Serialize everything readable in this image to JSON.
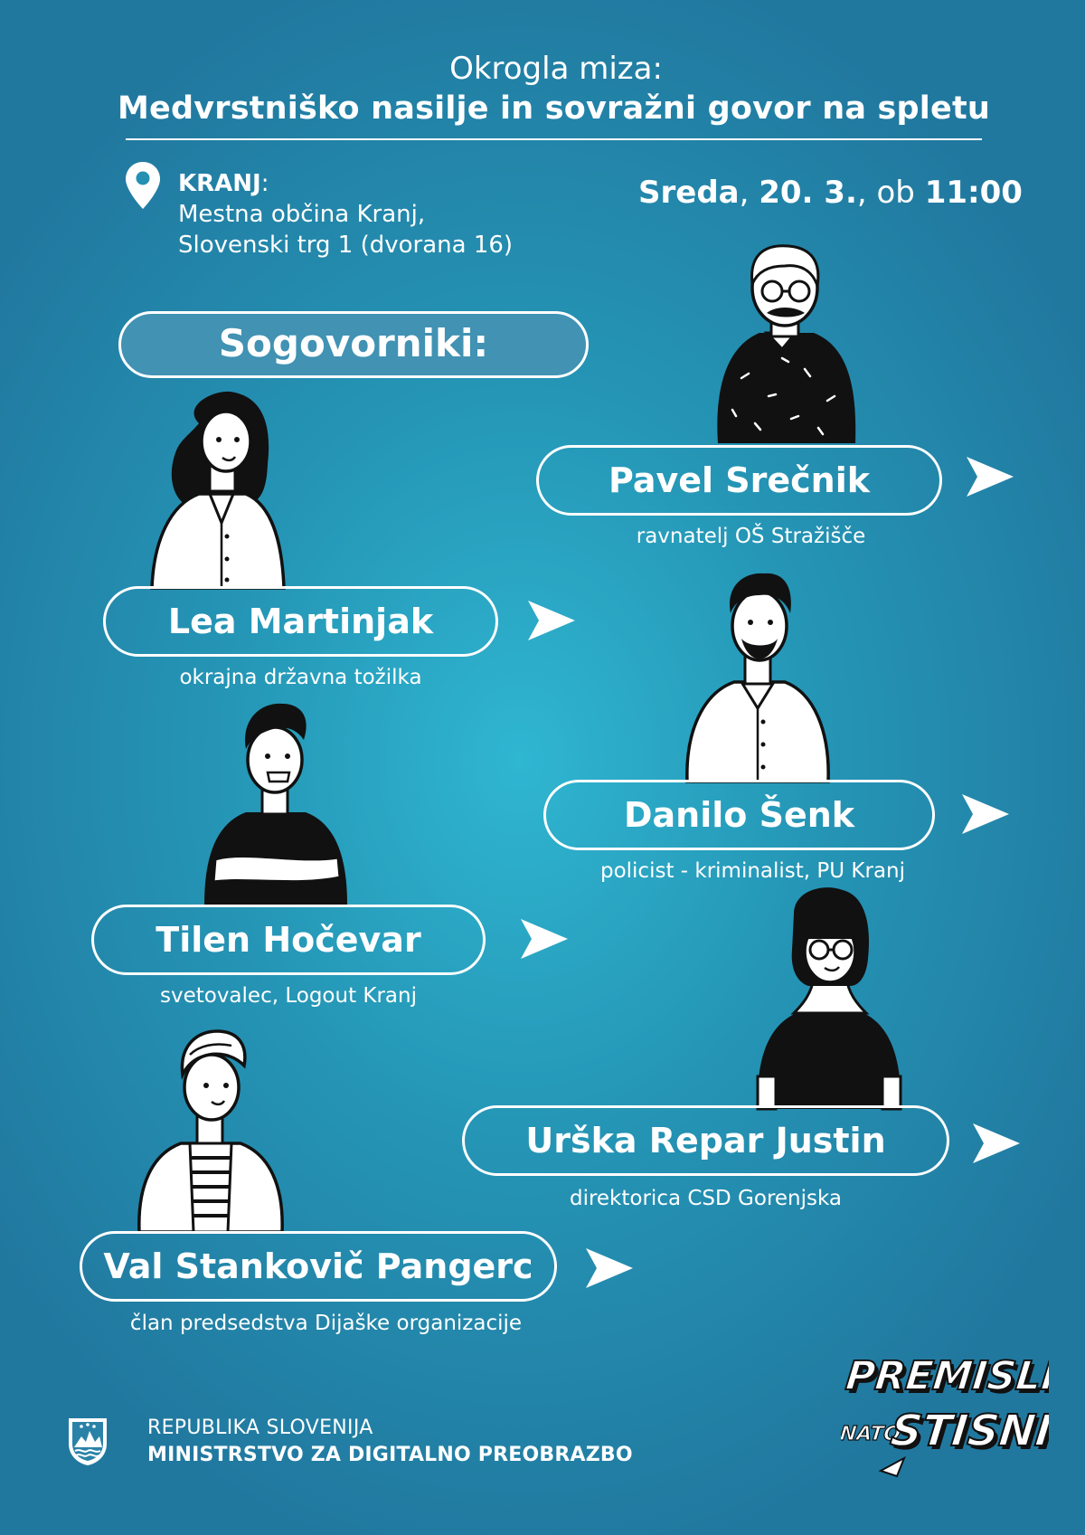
{
  "header": {
    "subtitle": "Okrogla miza:",
    "title": "Medvrstniško nasilje in sovražni govor na spletu"
  },
  "location": {
    "city": "KRANJ",
    "city_suffix": ":",
    "line1": "Mestna občina Kranj,",
    "line2": "Slovenski trg 1 (dvorana 16)"
  },
  "date": {
    "day": "Sreda",
    "sep1": ", ",
    "date": "20. 3.",
    "sep2": ", ob ",
    "time": "11:00"
  },
  "speakers_heading": "Sogovorniki:",
  "speakers": [
    {
      "name": "Pavel Srečnik",
      "role": "ravnatelj OŠ Stražišče"
    },
    {
      "name": "Lea Martinjak",
      "role": "okrajna državna tožilka"
    },
    {
      "name": "Danilo Šenk",
      "role": "policist - kriminalist, PU Kranj"
    },
    {
      "name": "Tilen Hočevar",
      "role": "svetovalec, Logout Kranj"
    },
    {
      "name": "Urška Repar Justin",
      "role": "direktorica CSD Gorenjska"
    },
    {
      "name": "Val Stankovič Pangerc",
      "role": "član predsedstva Dijaške organizacije"
    }
  ],
  "footer": {
    "line1": "REPUBLIKA SLOVENIJA",
    "line2": "MINISTRSTVO ZA DIGITALNO PREOBRAZBO"
  },
  "logo": {
    "line1": "PREMISLI,",
    "line2a": "NATO",
    "line2b": "STISNI."
  },
  "colors": {
    "bg_center": "#2fb6d1",
    "bg_edge": "#21789f",
    "heading_pill": "#4192b3",
    "text": "#ffffff"
  },
  "icons": {
    "location": "location-pin-icon",
    "arrow": "send-arrow-icon",
    "crest": "slovenia-coat-of-arms-icon"
  }
}
